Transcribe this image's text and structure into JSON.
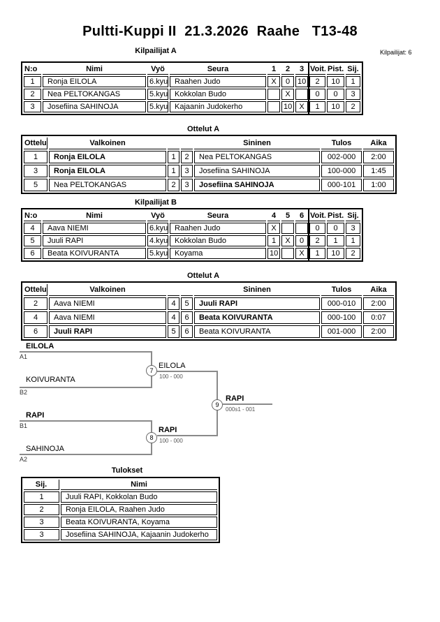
{
  "page": {
    "title": "Pultti-Kuppi II  21.3.2026  Raahe   T13-48",
    "competitors_label": "Kilpailijat: 6"
  },
  "pool_a": {
    "title": "Kilpailijat A",
    "headers": {
      "no": "N:o",
      "name": "Nimi",
      "belt": "Vyö",
      "club": "Seura",
      "c1": "1",
      "c2": "2",
      "c3": "3",
      "wins": "Voit.",
      "points": "Pist.",
      "place": "Sij."
    },
    "rows": [
      {
        "no": "1",
        "name": "Ronja EILOLA",
        "belt": "6.kyu",
        "club": "Raahen Judo",
        "c1": "X",
        "c2": "0",
        "c3": "10",
        "wins": "2",
        "points": "10",
        "place": "1"
      },
      {
        "no": "2",
        "name": "Nea PELTOKANGAS",
        "belt": "5.kyu",
        "club": "Kokkolan Budo",
        "c1": "",
        "c2": "X",
        "c3": "",
        "wins": "0",
        "points": "0",
        "place": "3"
      },
      {
        "no": "3",
        "name": "Josefiina SAHINOJA",
        "belt": "5.kyu",
        "club": "Kajaanin Judokerho",
        "c1": "",
        "c2": "10",
        "c3": "X",
        "wins": "1",
        "points": "10",
        "place": "2"
      }
    ]
  },
  "matches_a": {
    "title": "Ottelut A",
    "headers": {
      "match": "Ottelu",
      "white": "Valkoinen",
      "blue": "Sininen",
      "result": "Tulos",
      "time": "Aika"
    },
    "rows": [
      {
        "no": "1",
        "white": "Ronja EILOLA",
        "white_no": "1",
        "blue_no": "2",
        "blue": "Nea PELTOKANGAS",
        "result": "002-000",
        "time": "2:00",
        "winner": "white"
      },
      {
        "no": "3",
        "white": "Ronja EILOLA",
        "white_no": "1",
        "blue_no": "3",
        "blue": "Josefiina SAHINOJA",
        "result": "100-000",
        "time": "1:45",
        "winner": "white"
      },
      {
        "no": "5",
        "white": "Nea PELTOKANGAS",
        "white_no": "2",
        "blue_no": "3",
        "blue": "Josefiina SAHINOJA",
        "result": "000-101",
        "time": "1:00",
        "winner": "blue"
      }
    ]
  },
  "pool_b": {
    "title": "Kilpailijat B",
    "headers": {
      "no": "N:o",
      "name": "Nimi",
      "belt": "Vyö",
      "club": "Seura",
      "c1": "4",
      "c2": "5",
      "c3": "6",
      "wins": "Voit.",
      "points": "Pist.",
      "place": "Sij."
    },
    "rows": [
      {
        "no": "4",
        "name": "Aava NIEMI",
        "belt": "6.kyu",
        "club": "Raahen Judo",
        "c1": "X",
        "c2": "",
        "c3": "",
        "wins": "0",
        "points": "0",
        "place": "3"
      },
      {
        "no": "5",
        "name": "Juuli RAPI",
        "belt": "4.kyu",
        "club": "Kokkolan Budo",
        "c1": "1",
        "c2": "X",
        "c3": "0",
        "wins": "2",
        "points": "1",
        "place": "1"
      },
      {
        "no": "6",
        "name": "Beata KOIVURANTA",
        "belt": "5.kyu",
        "club": "Koyama",
        "c1": "10",
        "c2": "",
        "c3": "X",
        "wins": "1",
        "points": "10",
        "place": "2"
      }
    ]
  },
  "matches_b": {
    "title": "Ottelut A",
    "headers": {
      "match": "Ottelu",
      "white": "Valkoinen",
      "blue": "Sininen",
      "result": "Tulos",
      "time": "Aika"
    },
    "rows": [
      {
        "no": "2",
        "white": "Aava NIEMI",
        "white_no": "4",
        "blue_no": "5",
        "blue": "Juuli RAPI",
        "result": "000-010",
        "time": "2:00",
        "winner": "blue"
      },
      {
        "no": "4",
        "white": "Aava NIEMI",
        "white_no": "4",
        "blue_no": "6",
        "blue": "Beata KOIVURANTA",
        "result": "000-100",
        "time": "0:07",
        "winner": "blue"
      },
      {
        "no": "6",
        "white": "Juuli RAPI",
        "white_no": "5",
        "blue_no": "6",
        "blue": "Beata KOIVURANTA",
        "result": "001-000",
        "time": "2:00",
        "winner": "white"
      }
    ]
  },
  "bracket": {
    "sf1": {
      "top_name": "EILOLA",
      "top_seed": "A1",
      "bottom_name": "KOIVURANTA",
      "bottom_seed": "B2",
      "number": "7",
      "winner_name": "EILOLA",
      "winner_score": "100 - 000"
    },
    "sf2": {
      "top_name": "RAPI",
      "top_seed": "B1",
      "bottom_name": "SAHINOJA",
      "bottom_seed": "A2",
      "number": "8",
      "winner_name": "RAPI",
      "winner_score": "100 - 000"
    },
    "final": {
      "number": "9",
      "winner_name": "RAPI",
      "winner_score": "000s1 - 001"
    }
  },
  "results": {
    "title": "Tulokset",
    "headers": {
      "place": "Sij.",
      "name": "Nimi"
    },
    "rows": [
      {
        "place": "1",
        "name": "Juuli RAPI, Kokkolan Budo"
      },
      {
        "place": "2",
        "name": "Ronja EILOLA, Raahen Judo"
      },
      {
        "place": "3",
        "name": "Beata KOIVURANTA, Koyama"
      },
      {
        "place": "3",
        "name": "Josefiina SAHINOJA, Kajaanin Judokerho"
      }
    ]
  }
}
